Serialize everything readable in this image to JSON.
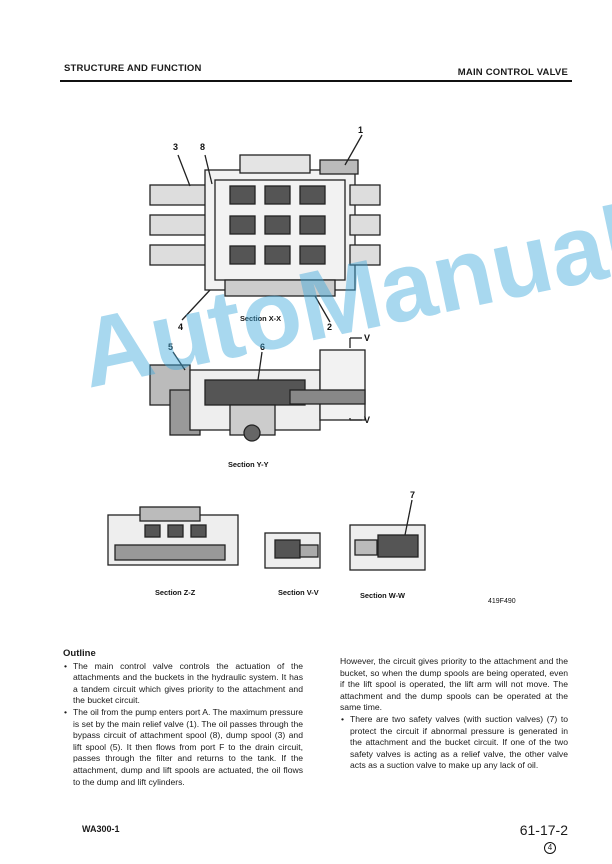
{
  "header": {
    "left": "STRUCTURE AND FUNCTION",
    "right": "MAIN CONTROL VALVE"
  },
  "figure": {
    "callouts": [
      "1",
      "2",
      "3",
      "4",
      "5",
      "6",
      "7",
      "8"
    ],
    "view_marks": [
      "V",
      "V"
    ],
    "captions": {
      "xx": "Section X-X",
      "yy": "Section Y-Y",
      "zz": "Section Z-Z",
      "vv": "Section V-V",
      "ww": "Section W-W"
    },
    "figure_code": "419F490"
  },
  "watermark": "AutoManual",
  "text": {
    "title": "Outline",
    "bullet1": "The main control valve controls the actuation of the attachments and the buckets in the hydraulic system. It has a tandem circuit which gives priority to the attachment and the bucket circuit.",
    "bullet2": "The oil from the pump enters port A. The maximum pressure is set by the main relief valve (1). The oil passes through the bypass circuit of attachment spool (8), dump spool (3) and lift spool (5). It then flows from port F to the drain circuit, passes through the filter and returns to the tank. If the attachment, dump and lift spools are actuated, the oil flows to the dump and lift cylinders.",
    "right_cont": "However, the circuit gives priority to the attachment and the bucket, so when the dump spools are being operated, even if the lift spool is operated, the lift arm will not move. The attachment and the dump spools can be operated at the same time.",
    "bullet3": "There are two safety valves (with suction valves) (7) to protect the circuit if abnormal pressure is generated in the attachment and the bucket circuit. If one of the two safety valves is acting as a relief valve, the other valve acts as a suction valve to make up any lack of oil."
  },
  "footer": {
    "model": "WA300-1",
    "page": "61-17-2",
    "revision": "4"
  }
}
